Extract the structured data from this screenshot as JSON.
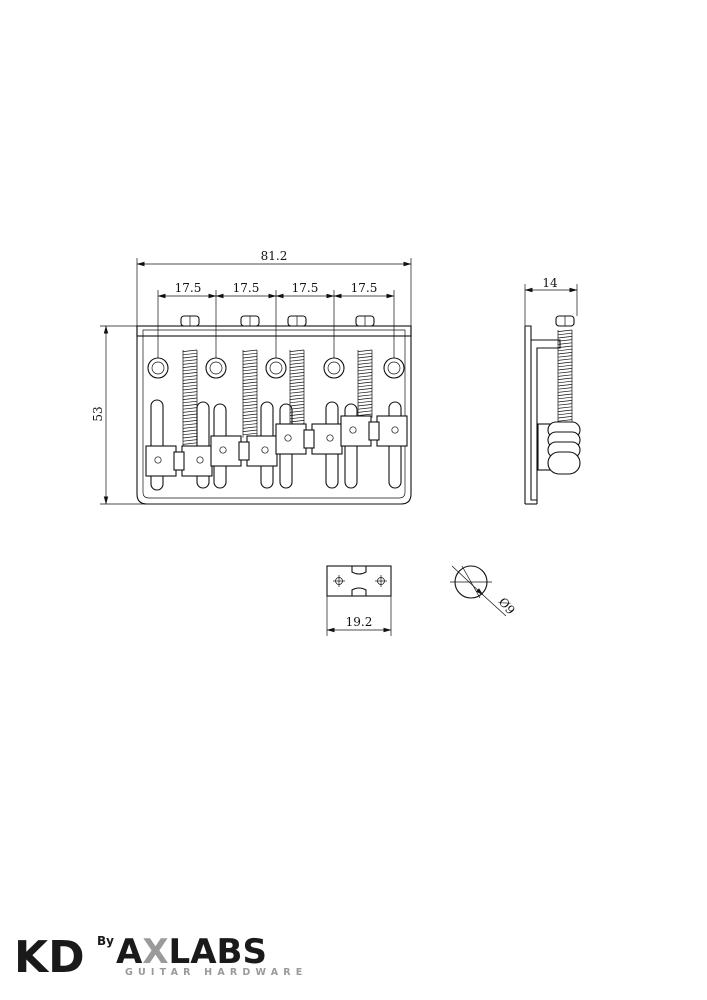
{
  "dimensions": {
    "overall_width": "81.2",
    "string_spacing": [
      "17.5",
      "17.5",
      "17.5",
      "17.5"
    ],
    "height": "53",
    "side_depth": "14",
    "saddle_length": "19.2",
    "saddle_diameter": "Ø9"
  },
  "logo": {
    "kd": "KD",
    "by": "By",
    "axlabs": "AXLABS",
    "subtitle": "GUITAR HARDWARE",
    "colors": {
      "ax_a": "#1a1a1a",
      "ax_x": "#9a9a9a",
      "labs": "#1a1a1a"
    }
  }
}
